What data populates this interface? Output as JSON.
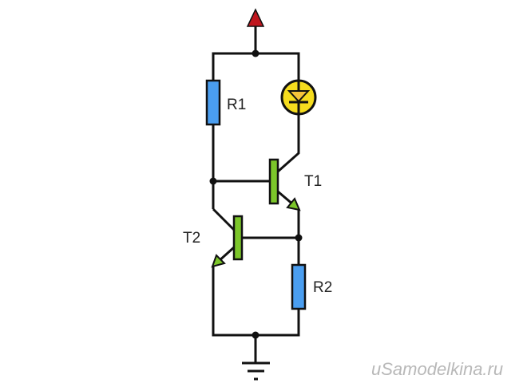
{
  "title": "Two-transistor LED circuit",
  "components": {
    "r1": "R1",
    "r2": "R2",
    "t1": "T1",
    "t2": "T2"
  },
  "watermark": "uSamodelkina.ru",
  "colors": {
    "wire": "#111111",
    "resistor": "#4a9ef0",
    "transistor": "#7cc62a",
    "led": "#f5dc1e",
    "power_arrow": "#c0161e"
  }
}
